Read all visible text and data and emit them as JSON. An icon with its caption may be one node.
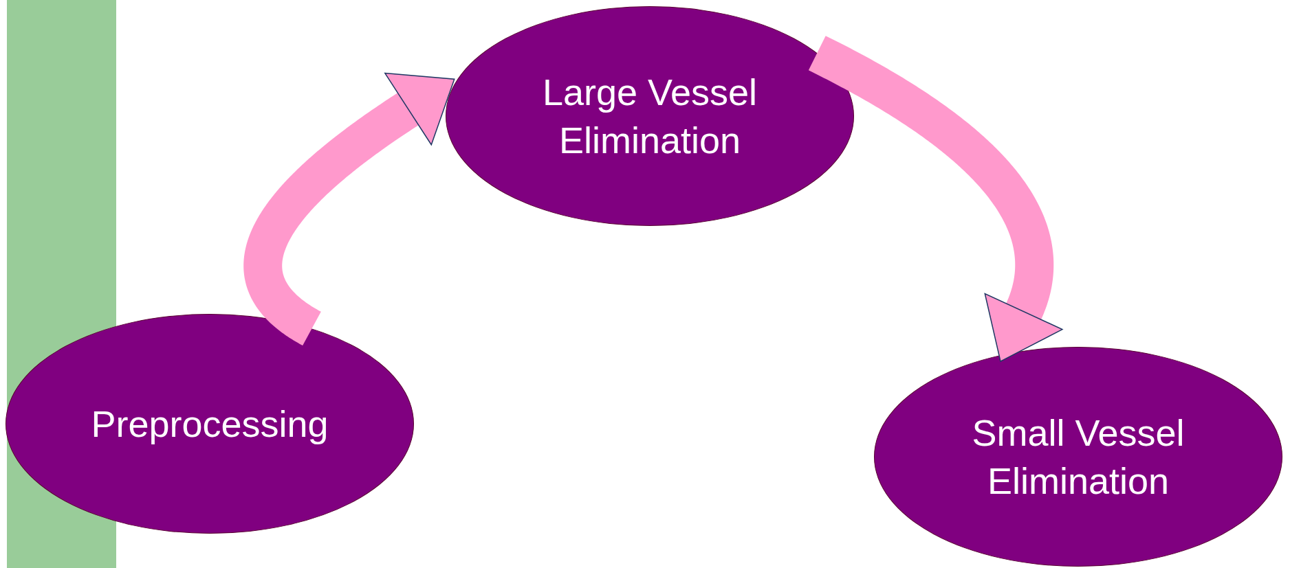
{
  "diagram": {
    "nodes": [
      {
        "text": [
          "Large Vessel Elimination"
        ]
      },
      {
        "text": [
          "Preprocessing"
        ]
      },
      {
        "text": [
          "Small Vessel Elimination"
        ]
      },
      {
        "text": [],
        "shape": "bar"
      }
    ],
    "edges": [
      {
        "from": 1,
        "to": 0,
        "arrow": "to"
      },
      {
        "from": 0,
        "to": 2,
        "arrow": "to"
      }
    ]
  }
}
